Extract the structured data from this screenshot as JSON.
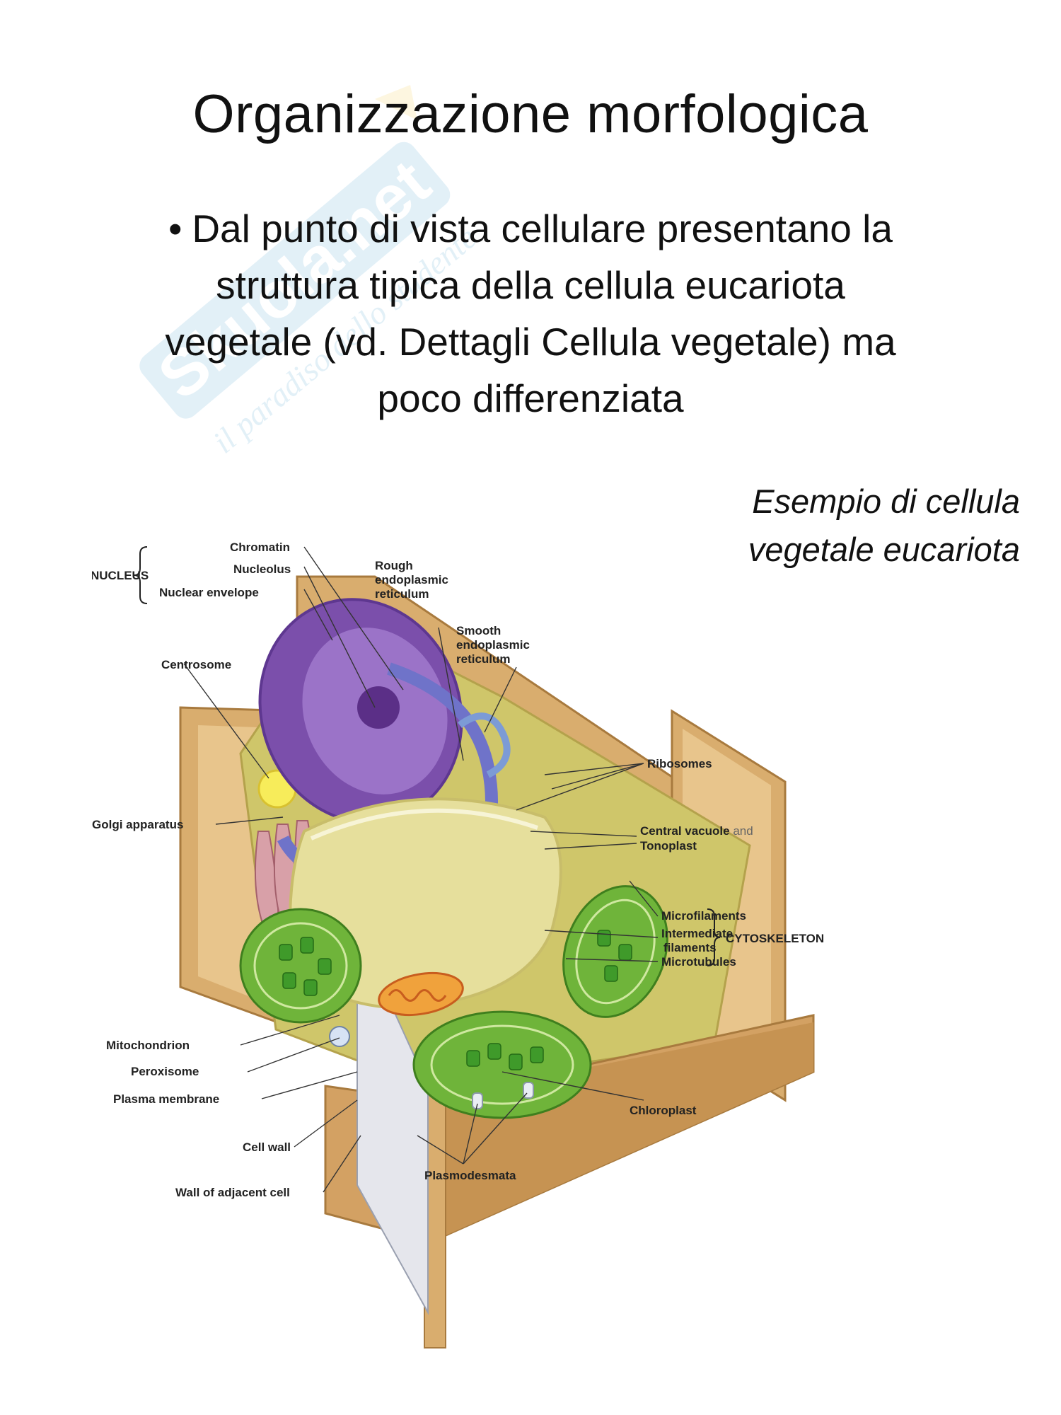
{
  "slide": {
    "title": "Organizzazione morfologica",
    "bullet_symbol": "•",
    "bullet_lines": [
      "Dal punto di vista cellulare presentano la",
      "struttura tipica della cellula eucariota",
      "vegetale (vd. Dettagli Cellula vegetale) ma",
      "poco differenziata"
    ],
    "caption_lines": [
      "Esempio di cellula",
      "vegetale eucariota"
    ]
  },
  "watermark": {
    "brand": "Skuola.net",
    "tagline": "il paradiso dello studente"
  },
  "diagram": {
    "nucleus_group": "NUCLEUS",
    "cytoskeleton_group": "CYTOSKELETON",
    "labels": {
      "chromatin": "Chromatin",
      "nucleolus": "Nucleolus",
      "nuclear_envelope": "Nuclear envelope",
      "centrosome": "Centrosome",
      "golgi": "Golgi apparatus",
      "mitochondrion": "Mitochondrion",
      "peroxisome": "Peroxisome",
      "plasma_membrane": "Plasma membrane",
      "cell_wall": "Cell wall",
      "adjacent_wall": "Wall of adjacent cell",
      "rough_er": [
        "Rough",
        "endoplasmic",
        "reticulum"
      ],
      "smooth_er": [
        "Smooth",
        "endoplasmic",
        "reticulum"
      ],
      "ribosomes": "Ribosomes",
      "central_vacuole": "Central vacuole",
      "central_vacuole_and": "and",
      "tonoplast": "Tonoplast",
      "microfilaments": "Microfilaments",
      "intermediate_filaments": [
        "Intermediate",
        "filaments"
      ],
      "microtubules": "Microtubules",
      "chloroplast": "Chloroplast",
      "plasmodesmata": "Plasmodesmata"
    },
    "colors": {
      "wall": "#d9ad6e",
      "wall_dark": "#b88646",
      "cytoplasm": "#cfc66a",
      "nucleus": "#8a5fb8",
      "er": "#6f73c9",
      "vacuole": "#e6df9c",
      "chloroplast": "#6fb43a",
      "golgi": "#d8a0a8",
      "mitochondrion": "#f0a23c",
      "centrosome": "#f7ec5a"
    }
  }
}
